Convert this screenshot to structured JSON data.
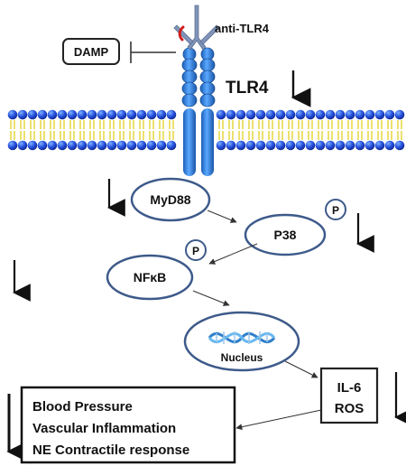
{
  "labels": {
    "antibody": "anti-TLR4",
    "damp": "DAMP",
    "receptor": "TLR4",
    "myd88": "MyD88",
    "p38": "P38",
    "nfkb": "NFκB",
    "phospho": "P",
    "nucleus": "Nucleus",
    "il6": "IL-6",
    "ros": "ROS"
  },
  "outcomes": [
    "Blood Pressure",
    "Vascular Inflammation",
    "NE Contractile response"
  ],
  "colors": {
    "membrane_head": "#1f3fd1",
    "membrane_tail": "#e8d84a",
    "receptor": "#2a7fd4",
    "node_outline": "#3d5a8a",
    "antibody": "#7f94b8",
    "block_mark": "#d21c1c"
  }
}
